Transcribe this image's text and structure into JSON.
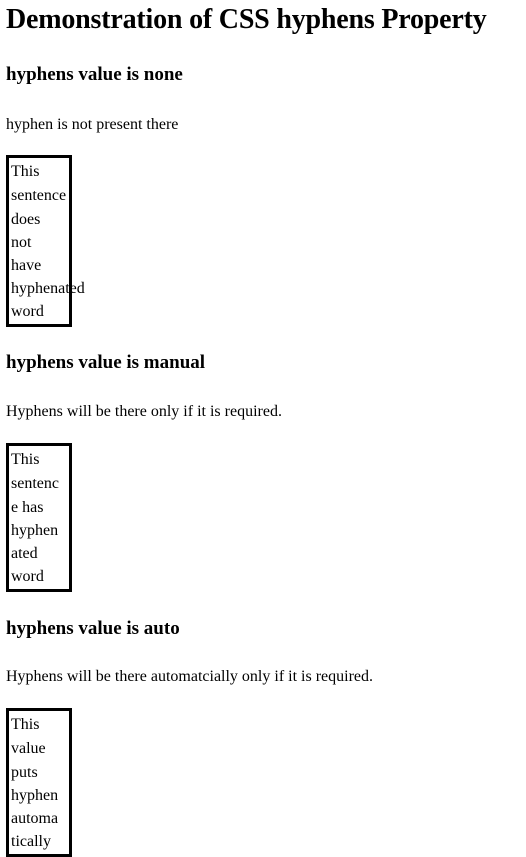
{
  "page": {
    "title": "Demonstration of CSS hyphens Property"
  },
  "sections": [
    {
      "heading": "hyphens value is none",
      "description": "hyphen is not present there",
      "box_lines": [
        "This",
        "sentence",
        "does",
        "not",
        "have",
        "hyphenated",
        "word"
      ]
    },
    {
      "heading": "hyphens value is manual",
      "description": "Hyphens will be there only if it is required.",
      "box_lines": [
        "This",
        "sentenc",
        "e has",
        "hyphen",
        "ated",
        "word"
      ]
    },
    {
      "heading": "hyphens value is auto",
      "description": "Hyphens will be there automatcially only if it is required.",
      "box_lines": [
        "This",
        "value",
        "puts",
        "hyphen",
        "automa",
        "tically"
      ]
    }
  ]
}
